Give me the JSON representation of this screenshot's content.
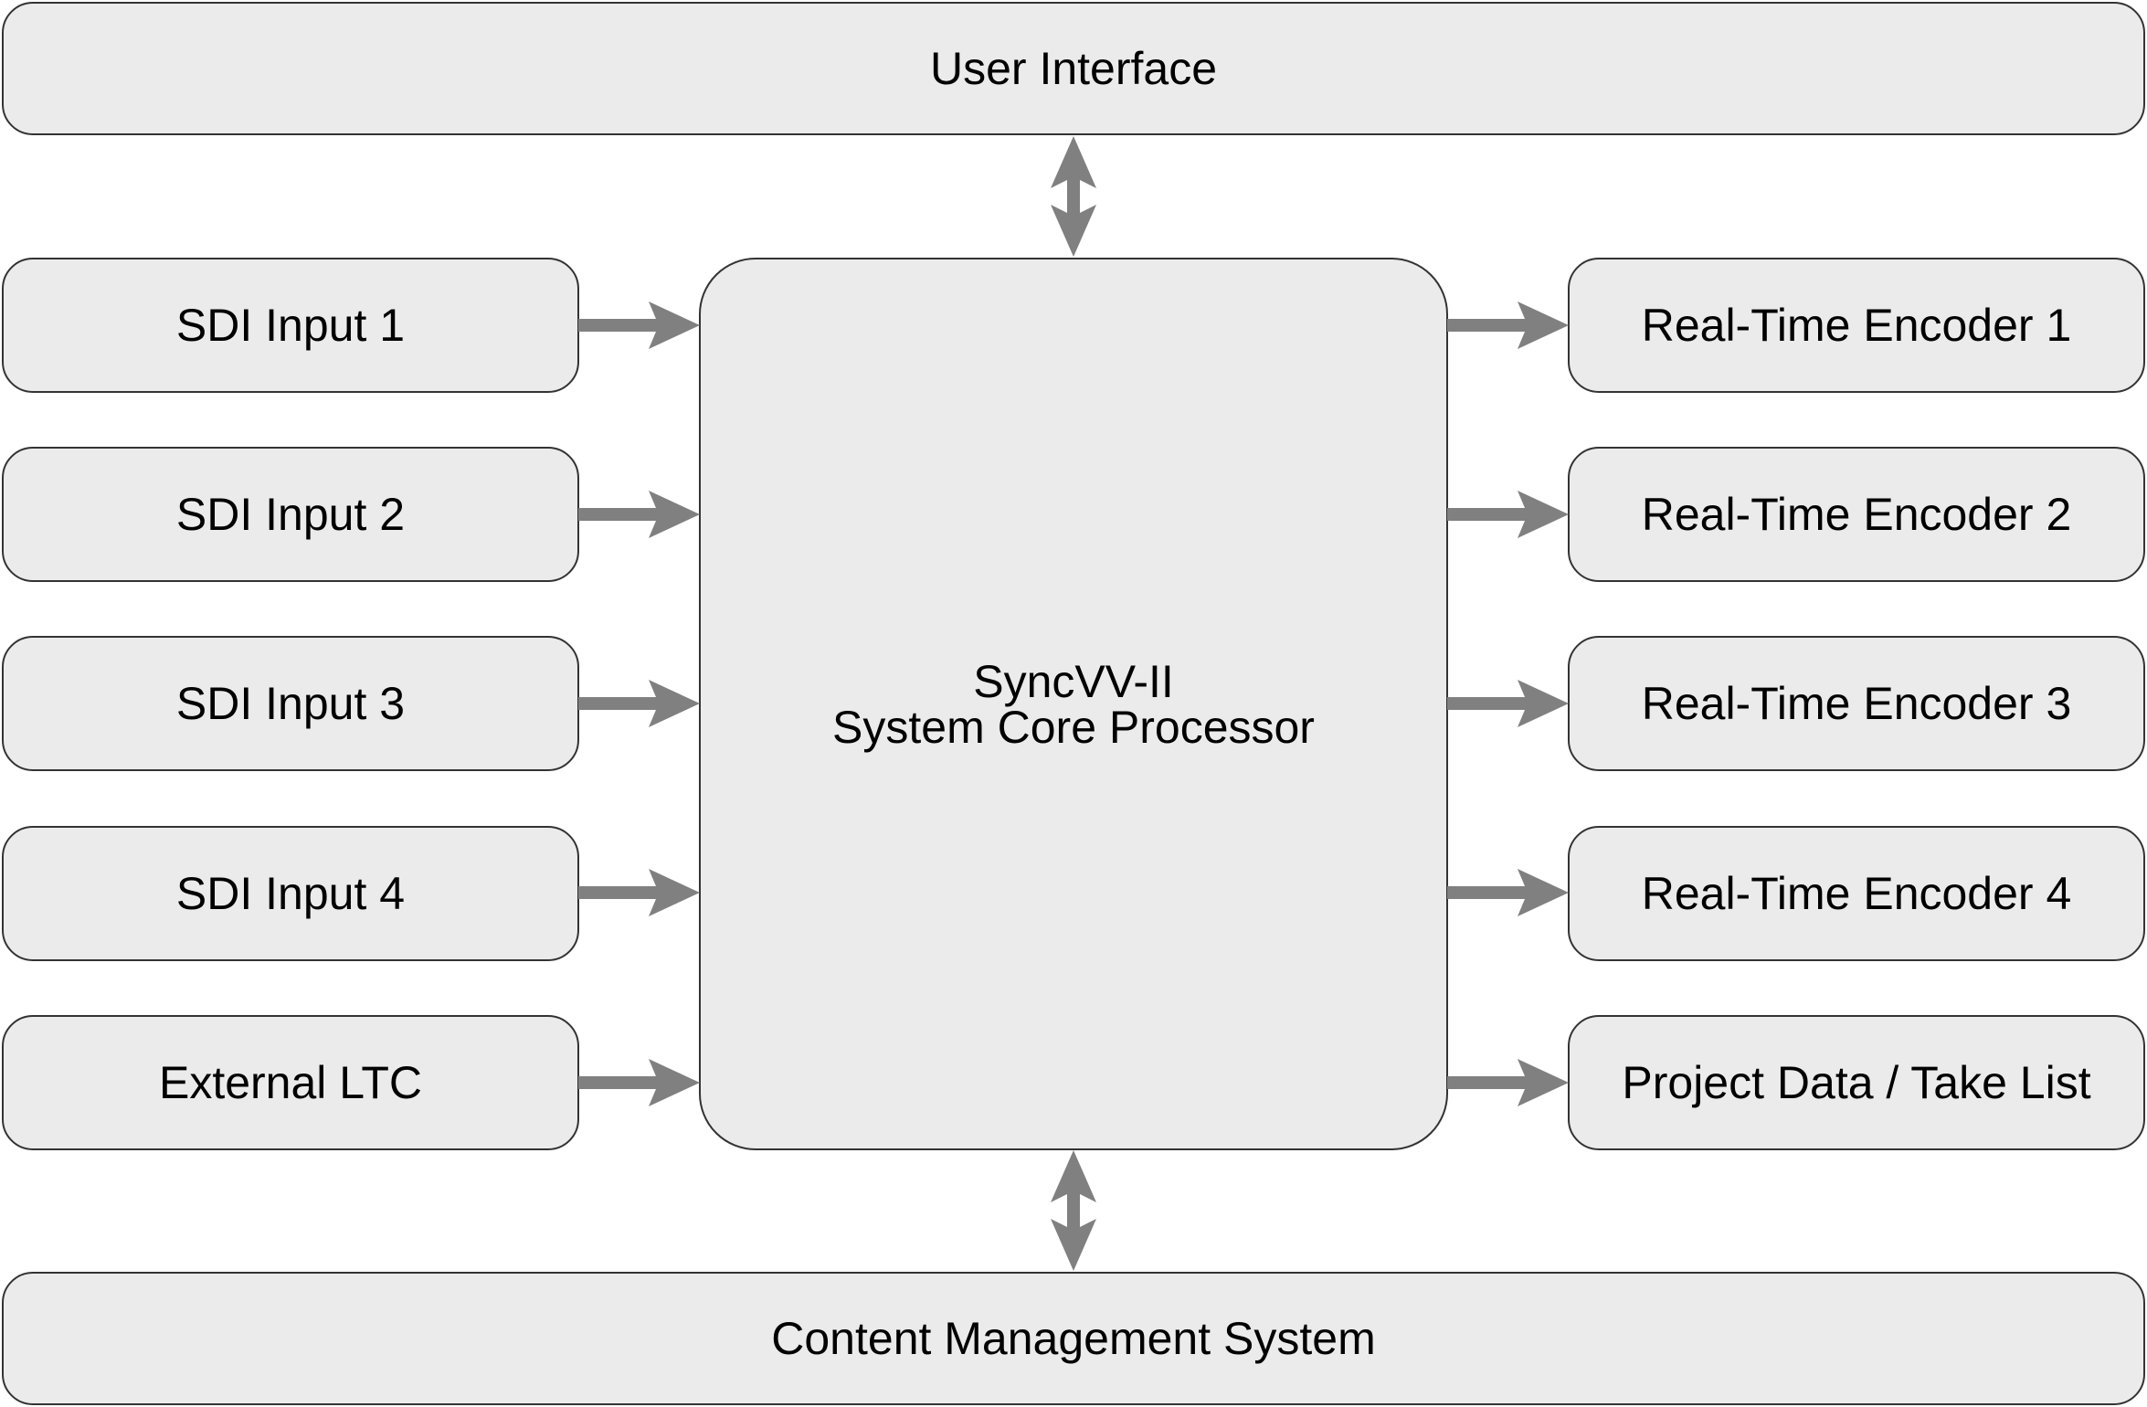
{
  "top_bar": {
    "label": "User Interface"
  },
  "bottom_bar": {
    "label": "Content Management System"
  },
  "core": {
    "line1": "SyncVV-II",
    "line2": "System Core Processor"
  },
  "inputs": [
    {
      "label": "SDI Input 1"
    },
    {
      "label": "SDI Input 2"
    },
    {
      "label": "SDI Input 3"
    },
    {
      "label": "SDI Input 4"
    },
    {
      "label": "External LTC"
    }
  ],
  "outputs": [
    {
      "label": "Real-Time Encoder 1"
    },
    {
      "label": "Real-Time Encoder 2"
    },
    {
      "label": "Real-Time Encoder 3"
    },
    {
      "label": "Real-Time Encoder 4"
    },
    {
      "label": "Project Data / Take List"
    }
  ],
  "colors": {
    "box_fill": "#ebebeb",
    "box_border": "#333333",
    "arrow": "#808080"
  }
}
